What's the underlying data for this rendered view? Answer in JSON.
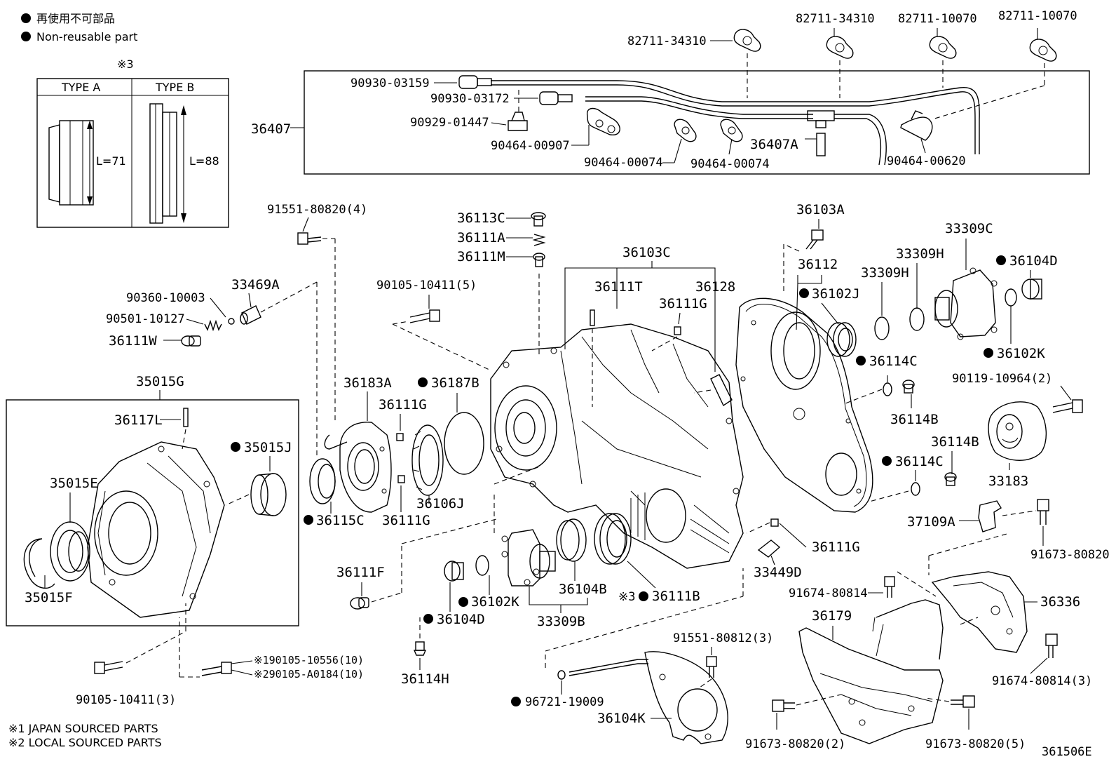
{
  "legend": {
    "non_reusable_jp": "再使用不可部品",
    "non_reusable_en": "Non-reusable part"
  },
  "type_box": {
    "ref": "※3",
    "type_a": "TYPE A",
    "type_b": "TYPE B",
    "len_a": "L=71",
    "len_b": "L=88"
  },
  "footnotes": {
    "note1": "※1 JAPAN SOURCED PARTS",
    "note2": "※2 LOCAL SOURCED PARTS"
  },
  "diagram_id": "361506E",
  "parts": {
    "p82711_34310_a": "82711-34310",
    "p82711_34310_b": "82711-34310",
    "p82711_10070_a": "82711-10070",
    "p82711_10070_b": "82711-10070",
    "p90930_03159": "90930-03159",
    "p90930_03172": "90930-03172",
    "p90929_01447": "90929-01447",
    "p90464_00907": "90464-00907",
    "p90464_00074_a": "90464-00074",
    "p90464_00074_b": "90464-00074",
    "p36407": "36407",
    "p36407A": "36407A",
    "p90464_00620": "90464-00620",
    "p91551_80820": "91551-80820(4)",
    "p90360_10003": "90360-10003",
    "p33469A": "33469A",
    "p90501_10127": "90501-10127",
    "p36111W": "36111W",
    "p35015G": "35015G",
    "p36117L": "36117L",
    "p35015J": "35015J",
    "p35015E": "35015E",
    "p35015F": "35015F",
    "p90105_10411_3": "90105-10411(3)",
    "p90105_10556": "※190105-10556(10)",
    "p90105_A0184": "※290105-A0184(10)",
    "p36113C": "36113C",
    "p36111A": "36111A",
    "p36111M": "36111M",
    "p90105_10411_5": "90105-10411(5)",
    "p36183A": "36183A",
    "p36187B": "36187B",
    "p36111G_a": "36111G",
    "p36111G_b": "36111G",
    "p36111G_c": "36111G",
    "p36111G_d": "36111G",
    "p36106J": "36106J",
    "p36115C": "36115C",
    "p36103C": "36103C",
    "p36111T": "36111T",
    "p36128": "36128",
    "p36111F": "36111F",
    "p36102K_a": "36102K",
    "p36104D_a": "36104D",
    "p36104B": "36104B",
    "p33309B": "33309B",
    "p36111B": "36111B",
    "p36111B_ref": "※3",
    "p33449D": "33449D",
    "p36114H": "36114H",
    "p96721_19009": "96721-19009",
    "p36104K": "36104K",
    "p91551_80812": "91551-80812(3)",
    "p36103A": "36103A",
    "p36112": "36112",
    "p36102J": "36102J",
    "p33309H_a": "33309H",
    "p33309H_b": "33309H",
    "p33309C": "33309C",
    "p36104D_b": "36104D",
    "p36102K_b": "36102K",
    "p36114C_a": "36114C",
    "p36114B_a": "36114B",
    "p90119_10964": "90119-10964(2)",
    "p36114B_b": "36114B",
    "p36114C_b": "36114C",
    "p33183": "33183",
    "p37109A": "37109A",
    "p91673_80820": "91673-80820",
    "p91674_80814": "91674-80814",
    "p36336": "36336",
    "p36179": "36179",
    "p91674_80814_3": "91674-80814(3)",
    "p91673_80820_2": "91673-80820(2)",
    "p91673_80820_5": "91673-80820(5)"
  }
}
